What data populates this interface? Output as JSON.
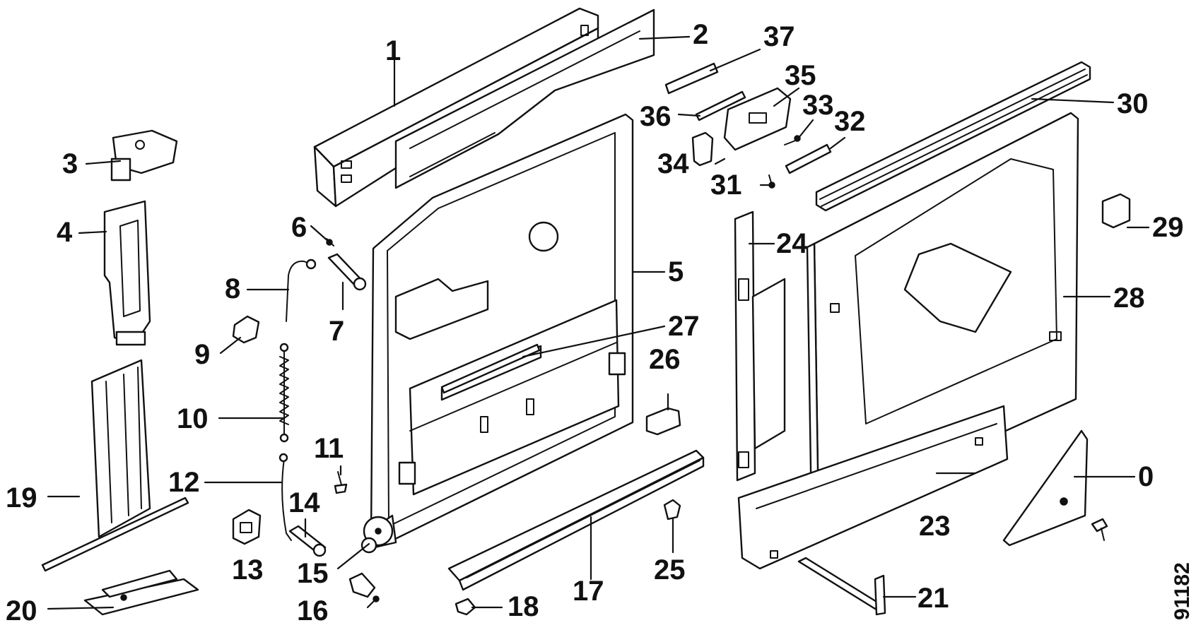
{
  "diagram": {
    "reference_number": "91182",
    "ink_color": "#111111",
    "background_color": "#ffffff",
    "parts": [
      {
        "number": "0"
      },
      {
        "number": "1"
      },
      {
        "number": "2"
      },
      {
        "number": "3"
      },
      {
        "number": "4"
      },
      {
        "number": "5"
      },
      {
        "number": "6"
      },
      {
        "number": "7"
      },
      {
        "number": "8"
      },
      {
        "number": "9"
      },
      {
        "number": "10"
      },
      {
        "number": "11"
      },
      {
        "number": "12"
      },
      {
        "number": "13"
      },
      {
        "number": "14"
      },
      {
        "number": "15"
      },
      {
        "number": "16"
      },
      {
        "number": "17"
      },
      {
        "number": "18"
      },
      {
        "number": "19"
      },
      {
        "number": "20"
      },
      {
        "number": "21"
      },
      {
        "number": "23"
      },
      {
        "number": "24"
      },
      {
        "number": "25"
      },
      {
        "number": "26"
      },
      {
        "number": "27"
      },
      {
        "number": "28"
      },
      {
        "number": "29"
      },
      {
        "number": "30"
      },
      {
        "number": "31"
      },
      {
        "number": "32"
      },
      {
        "number": "33"
      },
      {
        "number": "34"
      },
      {
        "number": "35"
      },
      {
        "number": "36"
      },
      {
        "number": "37"
      }
    ]
  }
}
